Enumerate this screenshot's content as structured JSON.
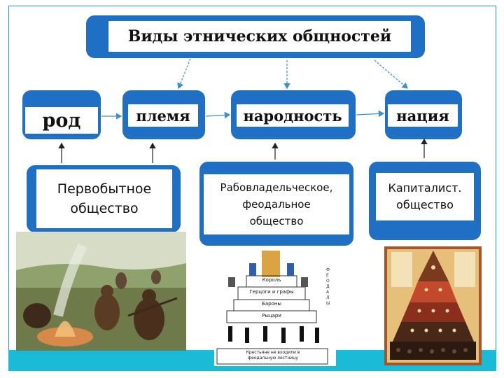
{
  "title": "Виды этнических общностей",
  "categories": [
    {
      "key": "rod",
      "label": "род"
    },
    {
      "key": "plemya",
      "label": "племя"
    },
    {
      "key": "narodnost",
      "label": "народность"
    },
    {
      "key": "natsiya",
      "label": "нация"
    }
  ],
  "societies": {
    "primitive": [
      "Первобытное",
      "общество"
    ],
    "feudal": [
      "Рабовладельческое,",
      "феодальное",
      "общество"
    ],
    "capitalist": [
      "Капиталист.",
      "общество"
    ]
  },
  "pyramid_labels": {
    "king": "Король",
    "dukes": "Герцоги и графы",
    "barons": "Бароны",
    "knights": "Рыцари",
    "peasants": "Крестьяне не входили в феодальную лестницу",
    "side": "ФЕОДАЛЫ"
  },
  "colors": {
    "box_blue": "#1f6fc4",
    "accent_cyan": "#1bbad6",
    "arrow_blue": "#3b8fd0"
  }
}
